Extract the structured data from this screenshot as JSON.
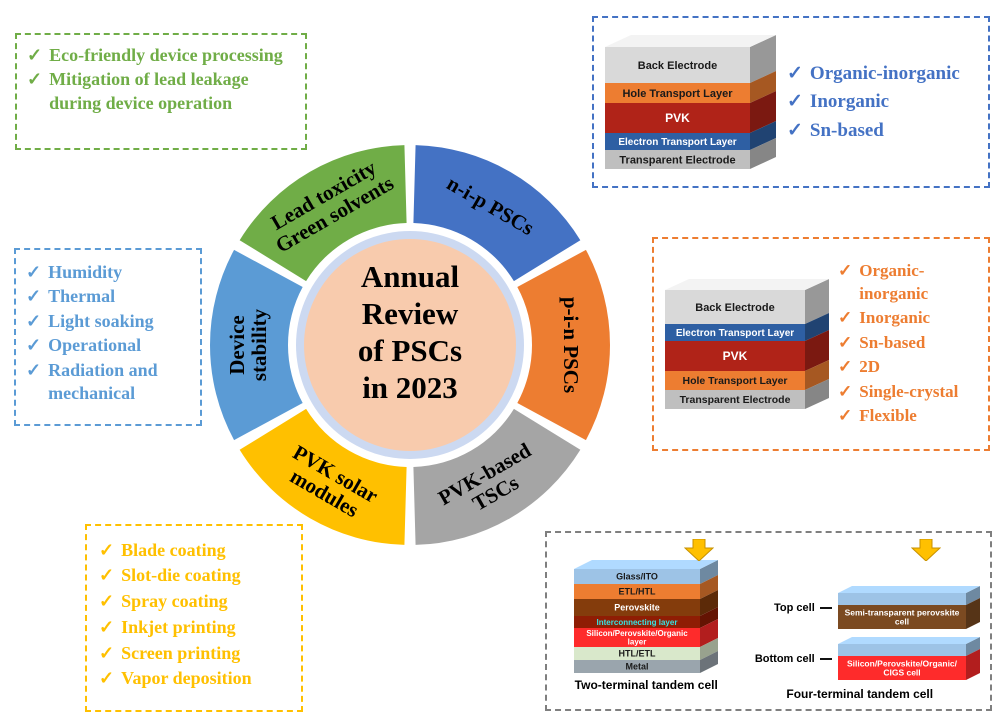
{
  "wheel": {
    "center": {
      "lines": [
        "Annual",
        "Review",
        "of PSCs",
        "in 2023"
      ],
      "bg_color": "#f8cbad",
      "halo_color": "#ccd9f1",
      "text_color": "#000000"
    },
    "segments": [
      {
        "name": "n-i-p PSCs",
        "label_lines": [
          "n-i-p PSCs"
        ],
        "color": "#4472c4",
        "start": 0,
        "end": 60
      },
      {
        "name": "p-i-n PSCs",
        "label_lines": [
          "p-i-n PSCs"
        ],
        "color": "#ed7d31",
        "start": 60,
        "end": 120
      },
      {
        "name": "PVK-based TSCs",
        "label_lines": [
          "PVK-based",
          "TSCs"
        ],
        "color": "#a5a5a5",
        "start": 120,
        "end": 180
      },
      {
        "name": "PVK solar modules",
        "label_lines": [
          "PVK solar",
          "modules"
        ],
        "color": "#ffc000",
        "start": 180,
        "end": 240
      },
      {
        "name": "Device stability",
        "label_lines": [
          "Device",
          "stability"
        ],
        "color": "#5b9bd5",
        "start": 240,
        "end": 300
      },
      {
        "name": "Lead toxicity Green solvents",
        "label_lines": [
          "Lead toxicity",
          "Green solvents"
        ],
        "color": "#70ad47",
        "start": 300,
        "end": 360
      }
    ]
  },
  "eco_box": {
    "color": "#70ad47",
    "items": [
      "Eco-friendly device processing",
      "Mitigation of lead leakage during device operation"
    ]
  },
  "stability_box": {
    "color": "#5b9bd5",
    "items": [
      "Humidity",
      "Thermal",
      "Light soaking",
      "Operational",
      "Radiation and mechanical"
    ]
  },
  "modules_box": {
    "color": "#ffc000",
    "items": [
      "Blade coating",
      "Slot-die coating",
      "Spray coating",
      "Inkjet printing",
      "Screen printing",
      "Vapor deposition"
    ]
  },
  "nip_box": {
    "color": "#4472c4",
    "items": [
      "Organic-inorganic",
      "Inorganic",
      "Sn-based"
    ],
    "stack": [
      {
        "label_lines": [
          "Back Electrode"
        ],
        "color": "#d9d9d9",
        "text_color": "#1a1a1a",
        "h": 36,
        "fs": 11
      },
      {
        "label_lines": [
          "Hole Transport Layer"
        ],
        "color": "#ed7d31",
        "text_color": "#1a1a1a",
        "h": 20,
        "fs": 11
      },
      {
        "label_lines": [
          "PVK"
        ],
        "color": "#b02318",
        "text_color": "#ffffff",
        "h": 30,
        "fs": 12
      },
      {
        "label_lines": [
          "Electron Transport Layer"
        ],
        "color": "#2e5fa3",
        "text_color": "#ffffff",
        "h": 17,
        "fs": 10
      },
      {
        "label_lines": [
          "Transparent Electrode"
        ],
        "color": "#bfbfbf",
        "text_color": "#1a1a1a",
        "h": 19,
        "fs": 11
      }
    ]
  },
  "pin_box": {
    "color": "#ed7d31",
    "items": [
      "Organic-inorganic",
      "Inorganic",
      "Sn-based",
      "2D",
      "Single-crystal",
      "Flexible"
    ],
    "stack": [
      {
        "label_lines": [
          "Back Electrode"
        ],
        "color": "#d9d9d9",
        "text_color": "#1a1a1a",
        "h": 34,
        "fs": 11
      },
      {
        "label_lines": [
          "Electron Transport Layer"
        ],
        "color": "#2e5fa3",
        "text_color": "#ffffff",
        "h": 17,
        "fs": 10
      },
      {
        "label_lines": [
          "PVK"
        ],
        "color": "#b02318",
        "text_color": "#ffffff",
        "h": 30,
        "fs": 12
      },
      {
        "label_lines": [
          "Hole Transport Layer"
        ],
        "color": "#ed7d31",
        "text_color": "#1a1a1a",
        "h": 19,
        "fs": 10.5
      },
      {
        "label_lines": [
          "Transparent Electrode"
        ],
        "color": "#bfbfbf",
        "text_color": "#1a1a1a",
        "h": 19,
        "fs": 10.5
      }
    ]
  },
  "tandem_box": {
    "border_color": "#7f7f7f",
    "arrow_color": "#ffc000",
    "two_terminal": {
      "caption": "Two-terminal tandem cell",
      "stack": [
        {
          "label_lines": [
            "Glass/ITO"
          ],
          "color": "#9dc3e6",
          "text_color": "#1a1a1a",
          "h": 15,
          "fs": 9
        },
        {
          "label_lines": [
            "ETL/HTL"
          ],
          "color": "#ed7d31",
          "text_color": "#1a1a1a",
          "h": 15,
          "fs": 9
        },
        {
          "label_lines": [
            "Perovskite"
          ],
          "color": "#843c0c",
          "text_color": "#ffffff",
          "h": 17,
          "fs": 9
        },
        {
          "label_lines": [
            "Interconnecting layer"
          ],
          "color": "#8f1d04",
          "text_color": "#35e3e3",
          "h": 12,
          "fs": 8
        },
        {
          "label_lines": [
            "Silicon/Perovskite/Organic",
            "layer"
          ],
          "color": "#fe2b2b",
          "text_color": "#ffffff",
          "h": 19,
          "fs": 8
        },
        {
          "label_lines": [
            "HTL/ETL"
          ],
          "color": "#d9e8cb",
          "text_color": "#1a1a1a",
          "h": 13,
          "fs": 9
        },
        {
          "label_lines": [
            "Metal"
          ],
          "color": "#9aa5ad",
          "text_color": "#1a1a1a",
          "h": 13,
          "fs": 9
        }
      ]
    },
    "four_terminal": {
      "caption": "Four-terminal tandem cell",
      "top_label": "Top cell",
      "bottom_label": "Bottom cell",
      "top_stack": [
        {
          "label_lines": [],
          "color": "#9dc3e6",
          "text_color": "#1a1a1a",
          "h": 12,
          "fs": 8
        },
        {
          "label_lines": [
            "Semi-transparent perovskite",
            "cell"
          ],
          "color": "#7b4a21",
          "text_color": "#ffffff",
          "h": 24,
          "fs": 8.5
        }
      ],
      "bottom_stack": [
        {
          "label_lines": [],
          "color": "#9dc3e6",
          "text_color": "#1a1a1a",
          "h": 12,
          "fs": 8
        },
        {
          "label_lines": [
            "Silicon/Perovskite/Organic/",
            "CIGS cell"
          ],
          "color": "#fe2b2b",
          "text_color": "#ffffff",
          "h": 24,
          "fs": 8.5
        }
      ]
    }
  }
}
